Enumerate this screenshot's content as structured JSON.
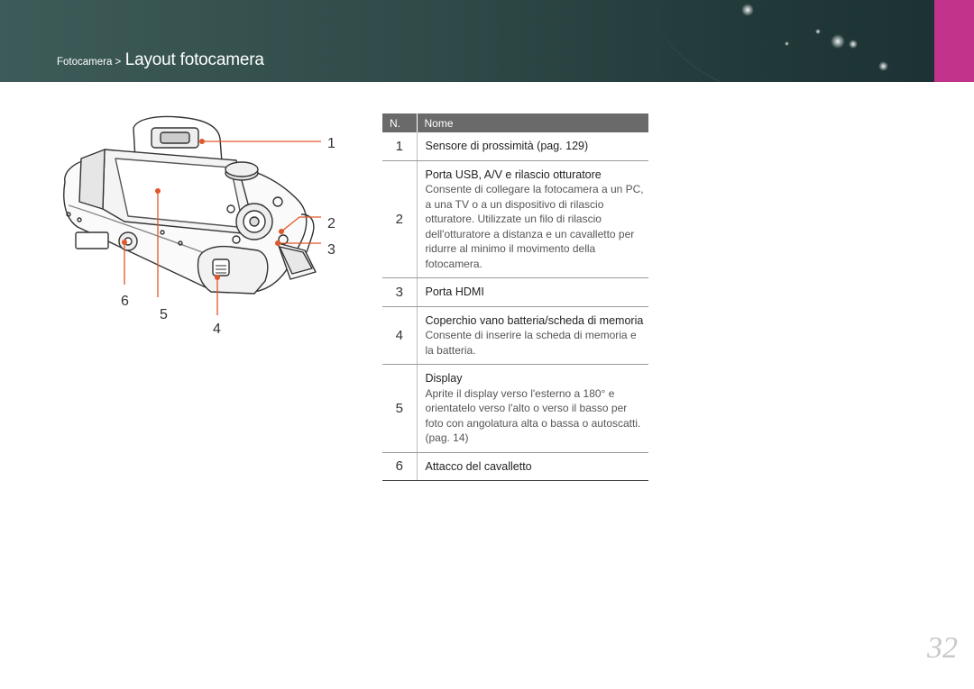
{
  "header": {
    "breadcrumb_parent": "Fotocamera >",
    "title": "Layout fotocamera",
    "accent_color": "#c2338c"
  },
  "illustration": {
    "icon": "camera-back-icon",
    "callouts": [
      "1",
      "2",
      "3",
      "4",
      "5",
      "6"
    ]
  },
  "table": {
    "headers": {
      "number": "N.",
      "name": "Nome"
    },
    "rows": [
      {
        "n": "1",
        "name": "Sensore di prossimità (pag. 129)",
        "detail": ""
      },
      {
        "n": "2",
        "name": "Porta USB, A/V e rilascio otturatore",
        "detail": "Consente di collegare la fotocamera a un PC, a una TV o a un dispositivo di rilascio otturatore. Utilizzate un filo di rilascio dell'otturatore a distanza e un cavalletto per ridurre al minimo il movimento della fotocamera."
      },
      {
        "n": "3",
        "name": "Porta HDMI",
        "detail": ""
      },
      {
        "n": "4",
        "name": "Coperchio vano batteria/scheda di memoria",
        "detail": "Consente di inserire la scheda di memoria e la batteria."
      },
      {
        "n": "5",
        "name": "Display",
        "detail": "Aprite il display verso l'esterno a 180° e orientatelo verso l'alto o verso il basso per foto con angolatura alta o bassa o autoscatti. (pag. 14)"
      },
      {
        "n": "6",
        "name": "Attacco del cavalletto",
        "detail": ""
      }
    ]
  },
  "page": {
    "number": "32"
  }
}
